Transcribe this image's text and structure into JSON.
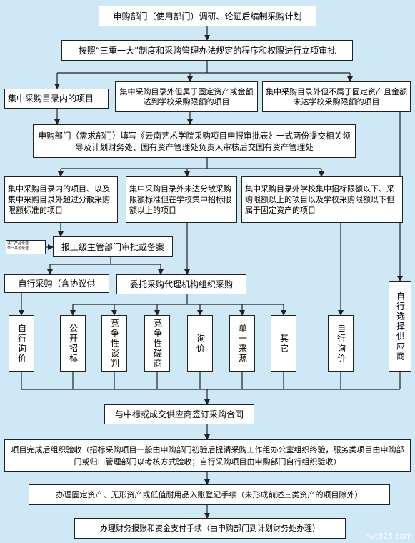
{
  "nodes": {
    "n1": "申购部门（使用部门）调研、论证后编制采购计划",
    "n2": "按照“三重一大”制度和采购管理办法规定的程序和权限进行立项审批",
    "n3a": "集中采购目录内的项目",
    "n3b": "集中采购目录外但属于固定资产或金额达到学校采购限额的项目",
    "n3c": "集中采购目录外但不属于固定资产且金额未达学校采购限额的项目",
    "n4": "申购部门（需求部门）填写《云南艺术学院采购项目申报审批表》一式两份提交相关领导及计划财务处、国有资产管理处负责人审核后交国有资产管理处",
    "n5a": "集中采购目录内的项目、以及集中采购目录外超过分散采购限额标准的项目",
    "n5b": "集中采购目录外未达分散采购限额标准但在学校集中招标限额以上的项目",
    "n5c": "集中采购目录外学校集中招标限额以下、采购限额以上的项目以及学校采购限额以下但属于固定资产的项目",
    "tiny": "进口产品论证\n单一来源论证",
    "n6": "报上级主管部门审批或备案",
    "n7a": "自行采购（含协议供",
    "n7b": "委托采购代理机构组织采购",
    "v1": "自行询价",
    "v2": "公开招标",
    "v3": "竞争性谈判",
    "v4": "竞争性磋商",
    "v5": "询价",
    "v6": "单一来源",
    "v7": "其它",
    "v8": "自行询价",
    "v9": "自行选择供应商",
    "n8": "与中标或成交供应商签订采购合同",
    "n9": "项目完成后组织验收（招标采购项目一般由申购部门初验后提请采购工作组办公室组织终验，服务类项目由申购部门或归口管理部门以考核方式验收；自行采购项目由申购部门自行组织验收）",
    "n10": "办理固定资产、无形资产或低值耐用品入账登记手续（未形成前述三类资产的项目除外）",
    "n11": "办理财务报账和资金支付手续（由申购部门到计划财务处办理）"
  },
  "watermark": "hyt825.com",
  "colors": {
    "background": "#cfe8f5",
    "line": "#222222",
    "box": "#ffffff"
  }
}
